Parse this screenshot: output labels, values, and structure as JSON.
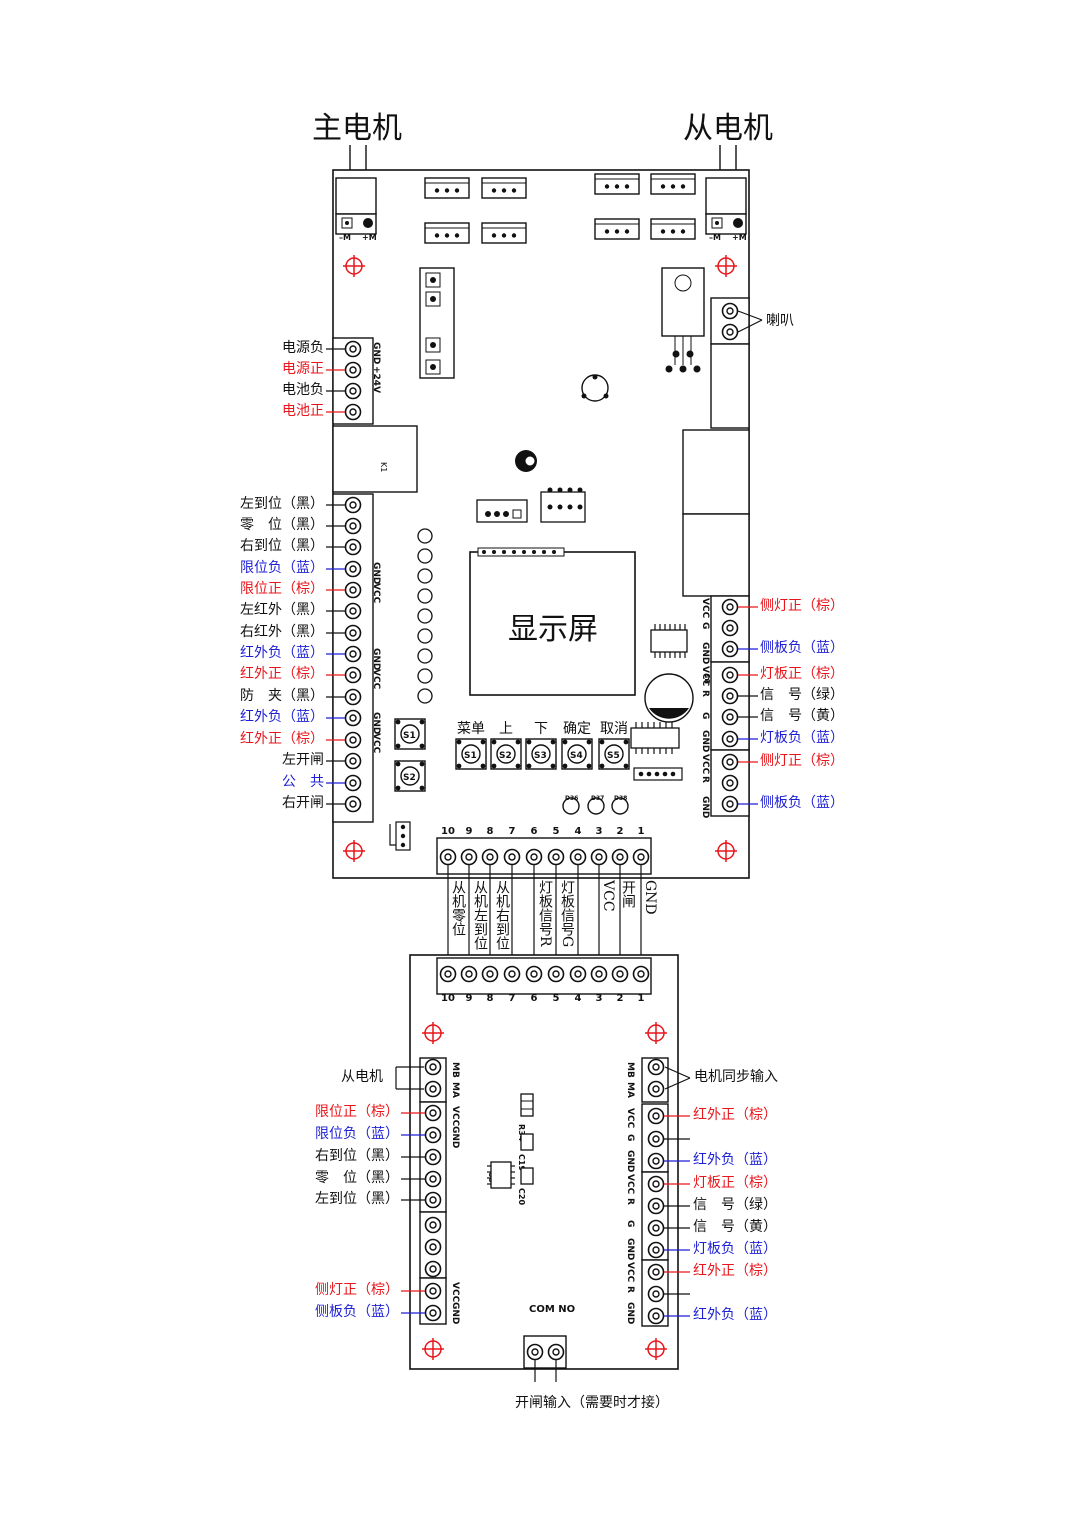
{
  "title_main_motor": "主电机",
  "title_slave_motor": "从电机",
  "display_label": "显示屏",
  "speaker_label": "喇叭",
  "buttons": [
    "菜单",
    "上",
    "下",
    "确定",
    "取消"
  ],
  "button_ids": [
    "S1",
    "S2",
    "S3",
    "S4",
    "S5"
  ],
  "main_left_labels": [
    {
      "text": "电源负",
      "color": "k"
    },
    {
      "text": "电源正",
      "color": "red"
    },
    {
      "text": "电池负",
      "color": "k"
    },
    {
      "text": "电池正",
      "color": "red"
    },
    {
      "text": "左到位（黑）",
      "color": "k"
    },
    {
      "text": "零　位（黑）",
      "color": "k"
    },
    {
      "text": "右到位（黑）",
      "color": "k"
    },
    {
      "text": "限位负（蓝）",
      "color": "blue"
    },
    {
      "text": "限位正（棕）",
      "color": "red"
    },
    {
      "text": "左红外（黑）",
      "color": "k"
    },
    {
      "text": "右红外（黑）",
      "color": "k"
    },
    {
      "text": "红外负（蓝）",
      "color": "blue"
    },
    {
      "text": "红外正（棕）",
      "color": "red"
    },
    {
      "text": "防　夹（黑）",
      "color": "k"
    },
    {
      "text": "红外负（蓝）",
      "color": "blue"
    },
    {
      "text": "红外正（棕）",
      "color": "red"
    },
    {
      "text": "左开闸",
      "color": "k"
    },
    {
      "text": "公　共",
      "color": "blue"
    },
    {
      "text": "右开闸",
      "color": "k"
    }
  ],
  "main_right_labels": [
    {
      "text": "侧灯正（棕）",
      "color": "red"
    },
    {
      "text": "侧板负（蓝）",
      "color": "blue"
    },
    {
      "text": "灯板正（棕）",
      "color": "red"
    },
    {
      "text": "信　号（绿）",
      "color": "k"
    },
    {
      "text": "信　号（黄）",
      "color": "k"
    },
    {
      "text": "灯板负（蓝）",
      "color": "blue"
    },
    {
      "text": "侧灯正（棕）",
      "color": "red"
    },
    {
      "text": "侧板负（蓝）",
      "color": "blue"
    }
  ],
  "connector_numbers": [
    "10",
    "9",
    "8",
    "7",
    "6",
    "5",
    "4",
    "3",
    "2",
    "1"
  ],
  "cable_labels": [
    "从机零位",
    "从机左到位",
    "从机右到位",
    "灯板信号R",
    "灯板信号G",
    "VCC",
    "开闸",
    "GND"
  ],
  "sub_left_labels": [
    {
      "text": "从电机",
      "color": "k"
    },
    {
      "text": "限位正（棕）",
      "color": "red"
    },
    {
      "text": "限位负（蓝）",
      "color": "blue"
    },
    {
      "text": "右到位（黑）",
      "color": "k"
    },
    {
      "text": "零　位（黑）",
      "color": "k"
    },
    {
      "text": "左到位（黑）",
      "color": "k"
    },
    {
      "text": "侧灯正（棕）",
      "color": "red"
    },
    {
      "text": "侧板负（蓝）",
      "color": "blue"
    }
  ],
  "sub_right_labels": [
    {
      "text": "电机同步输入",
      "color": "k"
    },
    {
      "text": "红外正（棕）",
      "color": "red"
    },
    {
      "text": "红外负（蓝）",
      "color": "blue"
    },
    {
      "text": "灯板正（棕）",
      "color": "red"
    },
    {
      "text": "信　号（绿）",
      "color": "k"
    },
    {
      "text": "信　号（黄）",
      "color": "k"
    },
    {
      "text": "灯板负（蓝）",
      "color": "blue"
    },
    {
      "text": "红外正（棕）",
      "color": "red"
    },
    {
      "text": "红外负（蓝）",
      "color": "blue"
    }
  ],
  "com_no_label": "COM  NO",
  "gate_input_label": "开闸输入（需要时才接）",
  "colors": {
    "red": "#e8161b",
    "blue": "#1d1fd4",
    "black": "#111111"
  }
}
